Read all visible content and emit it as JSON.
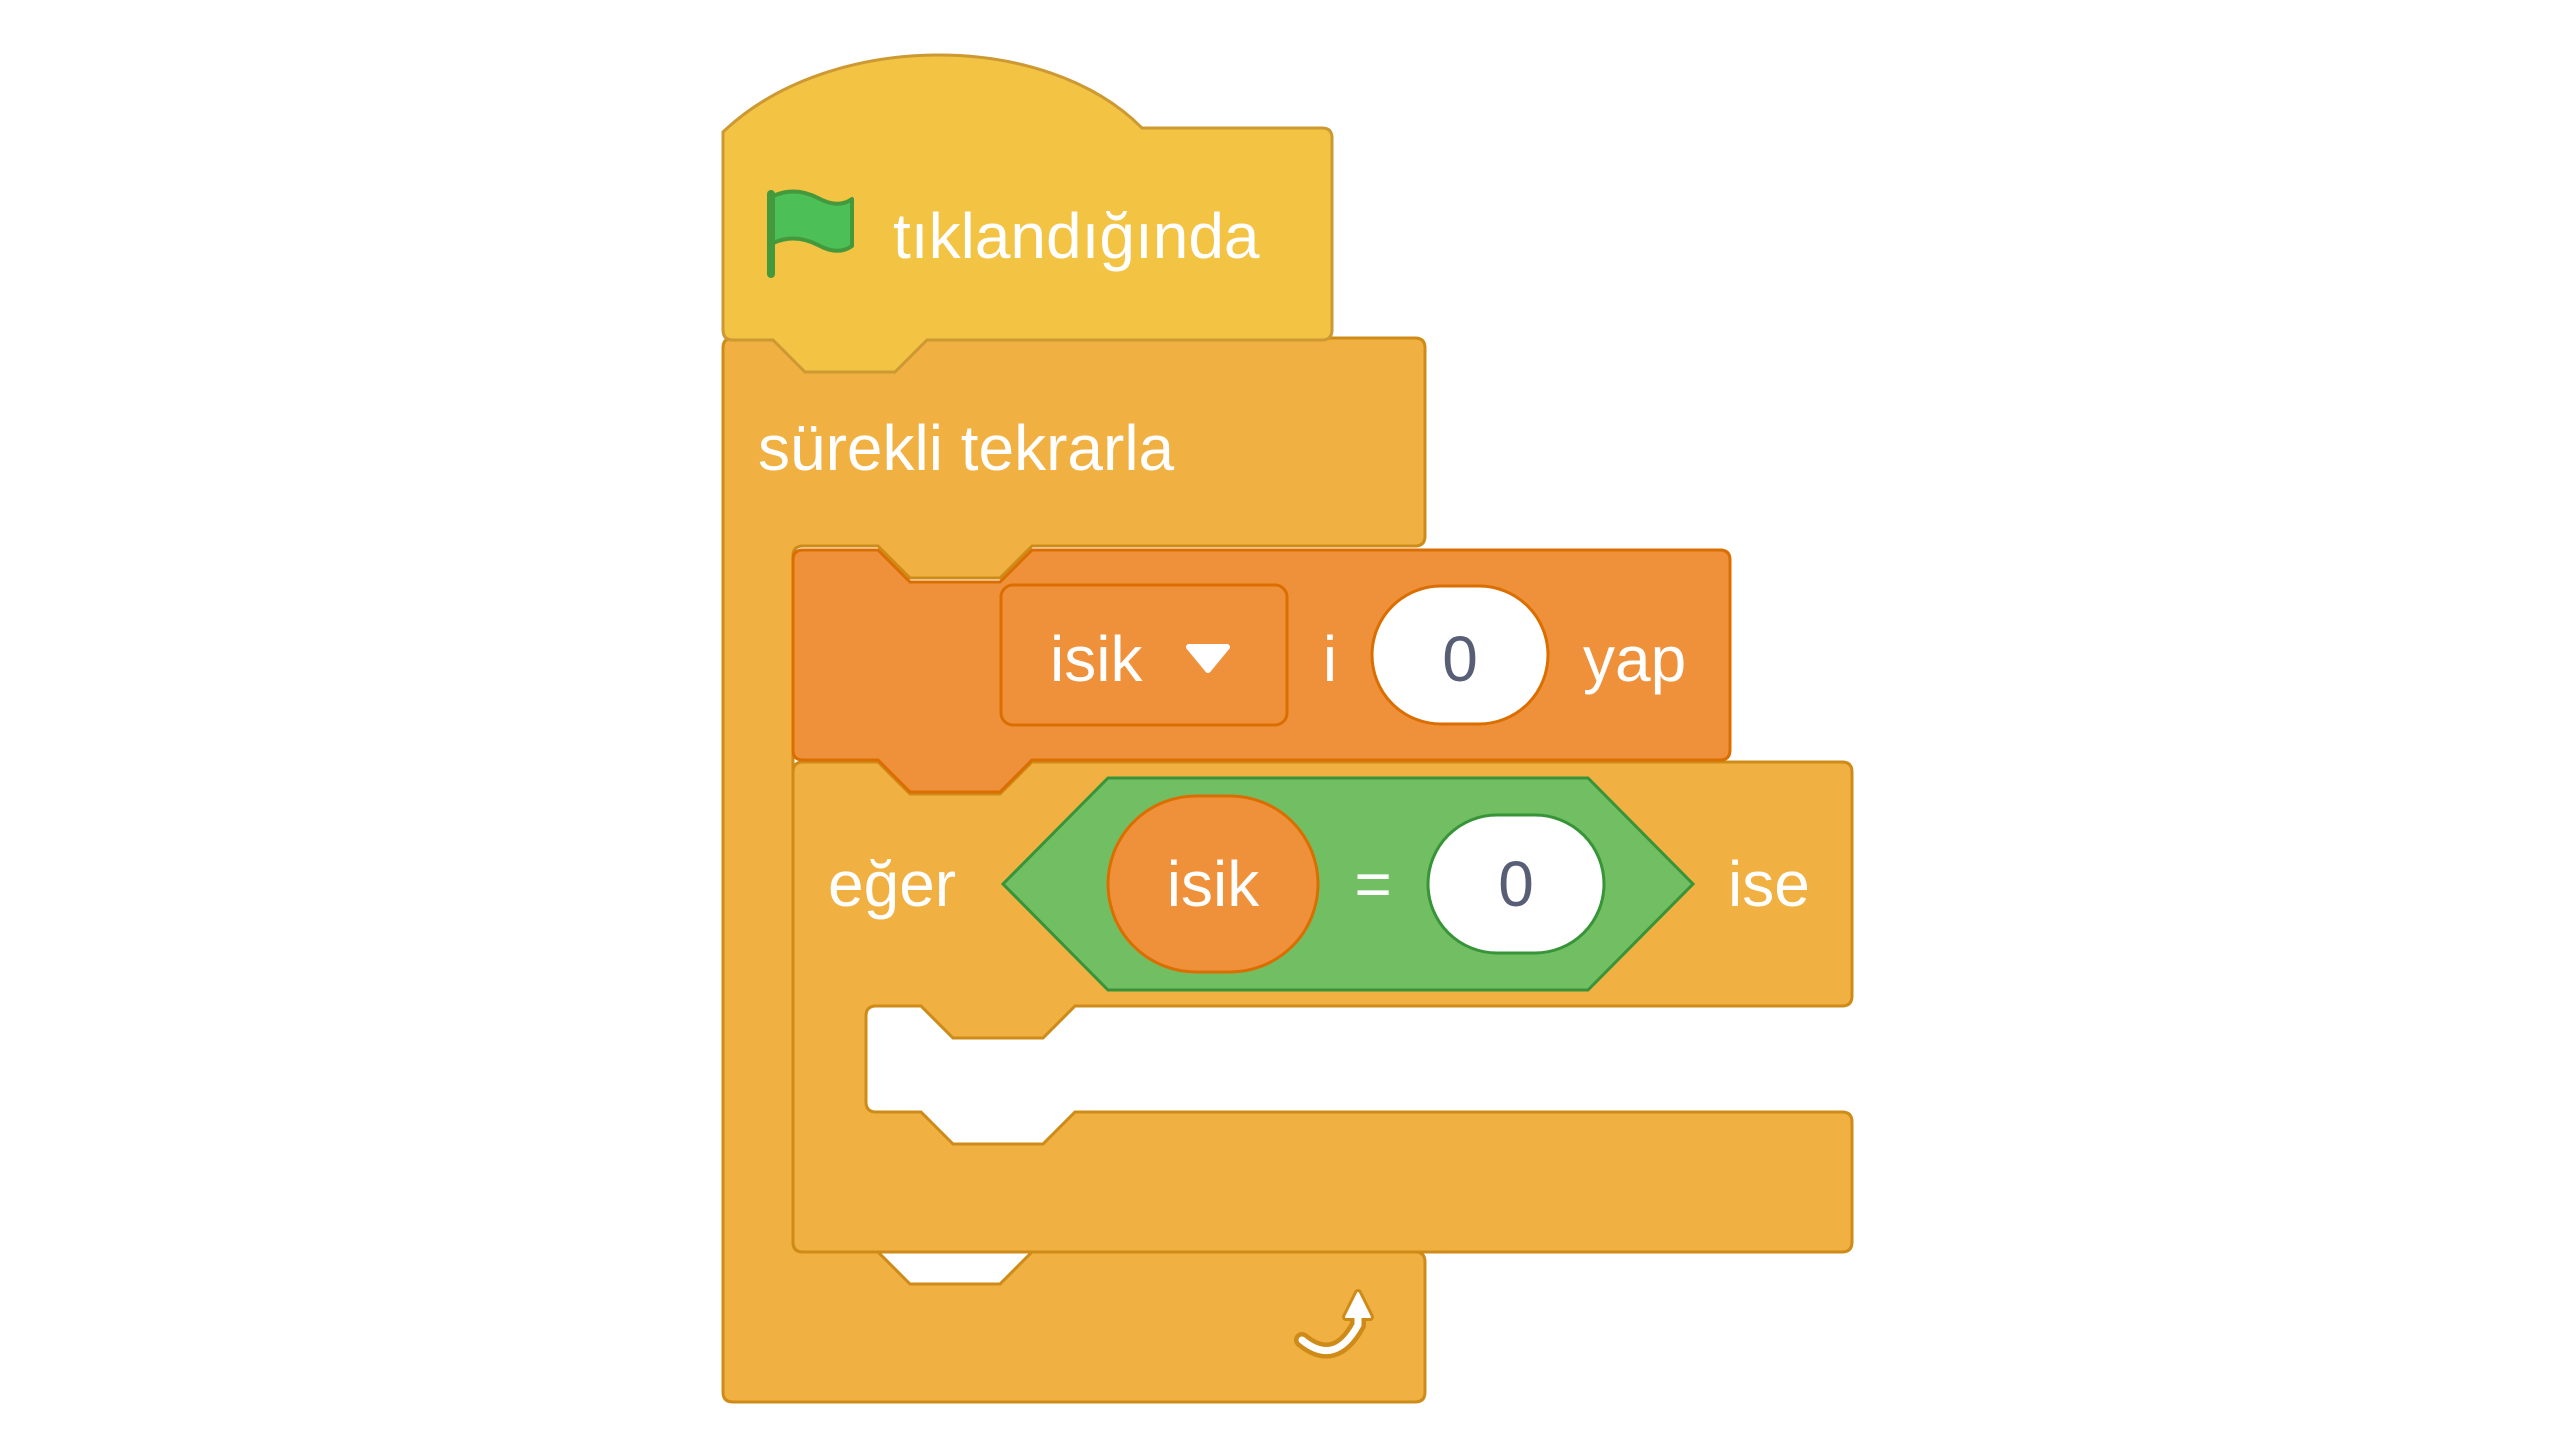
{
  "workspace": {
    "colors": {
      "events": "#f3c343",
      "events_stroke": "#cc9933",
      "control": "#f1b042",
      "control_stroke": "#cf8b17",
      "variables": "#ef913a",
      "variables_stroke": "#db6e00",
      "operators": "#72bf63",
      "operators_stroke": "#389438",
      "input_bg": "#ffffff",
      "input_text": "#575e75"
    },
    "hat_block": {
      "icon": "green-flag-icon",
      "label": "tıklandığında"
    },
    "forever_block": {
      "label": "sürekli tekrarla",
      "icon": "loop-arrow-icon"
    },
    "set_block": {
      "variable": "isik",
      "dropdown_icon": "dropdown-arrow-icon",
      "suffix_i": "i",
      "value": "0",
      "label_yap": "yap"
    },
    "if_block": {
      "label_eger": "eğer",
      "label_ise": "ise",
      "condition": {
        "left_reporter": "isik",
        "operator": "=",
        "right_value": "0"
      }
    }
  }
}
